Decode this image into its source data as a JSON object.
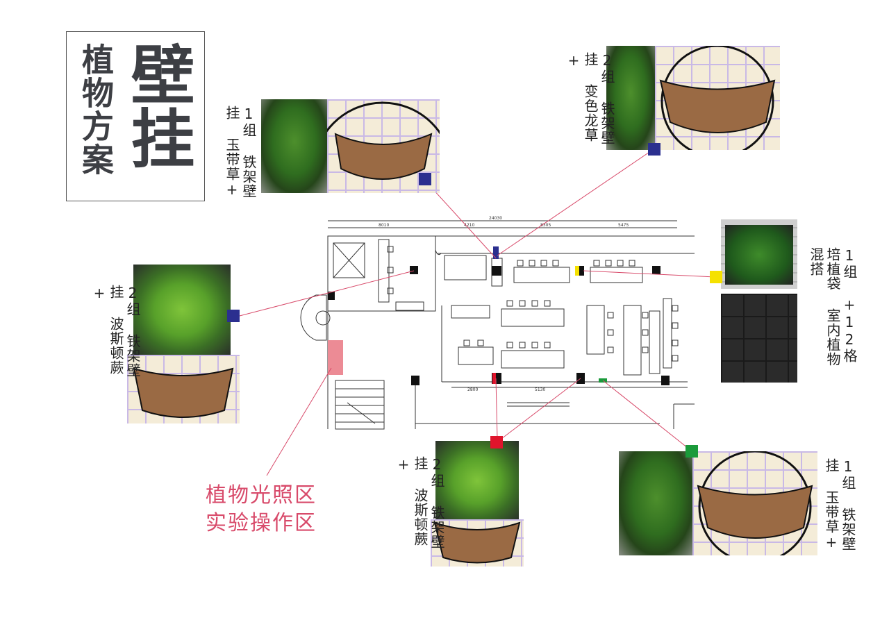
{
  "title": {
    "small": "植物方案",
    "big": "壁挂"
  },
  "labels": {
    "top_left": {
      "line1": "玉带草+",
      "line2": "铁架壁挂",
      "line3": "1组"
    },
    "top_right": {
      "line1": "变色龙草+",
      "line2": "铁架壁挂",
      "line3": "2组"
    },
    "left": {
      "line1": "波斯顿蕨+",
      "line2": "铁架壁挂",
      "line3": "2组"
    },
    "right": {
      "line1": "室内植物混搭",
      "line2": "+12格培植袋",
      "line3": "1组"
    },
    "bottom_center": {
      "line1": "波斯顿蕨+",
      "line2": "铁架壁挂",
      "line3": "2组"
    },
    "bottom_right": {
      "line1": "玉带草+",
      "line2": "铁架壁挂",
      "line3": "1组"
    }
  },
  "zone_label": {
    "line1": "植物光照区",
    "line2": "实验操作区"
  },
  "plan_dimensions": {
    "total": "24030",
    "d1": "8010",
    "d2": "4210",
    "d3": "8305",
    "d4": "5475",
    "d5": "2800",
    "d6": "5130"
  },
  "colors": {
    "blue": "#2b2f8f",
    "yellow": "#f5e100",
    "red": "#e0142c",
    "green": "#1a9a3a",
    "pink": "#ec8b95",
    "line": "#d84a6a",
    "title": "#3d3f44"
  }
}
